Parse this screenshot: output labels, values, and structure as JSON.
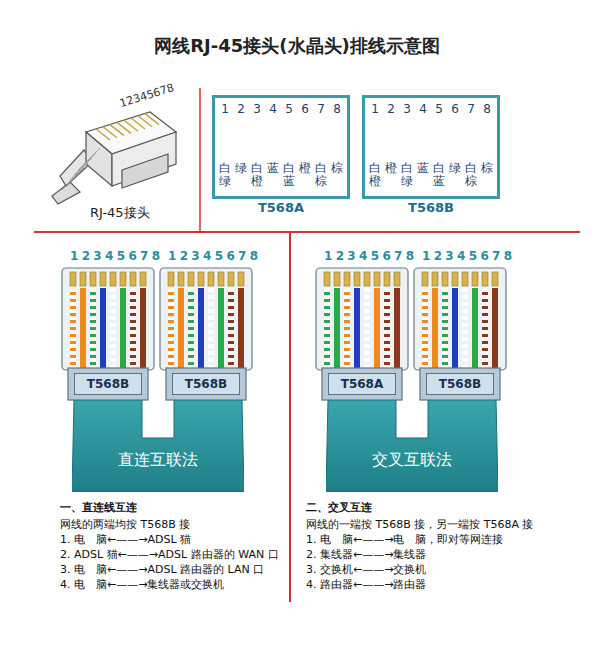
{
  "diagram": {
    "title": "网线RJ-45接头(水晶头)排线示意图",
    "nodes": [
      {
        "text": [
          "1",
          "2",
          "3",
          "4",
          "5",
          "6",
          "7",
          "8",
          "白绿",
          "绿",
          "白橙",
          "蓝",
          "白蓝",
          "橙",
          "白棕",
          "棕",
          "T568A"
        ]
      },
      {
        "text": [
          "1",
          "2",
          "3",
          "4",
          "5",
          "6",
          "7",
          "8",
          "白橙",
          "橙",
          "白绿",
          "蓝",
          "白蓝",
          "绿",
          "白棕",
          "棕",
          "T568B"
        ]
      },
      {
        "text": [
          "T568B"
        ]
      },
      {
        "text": [
          "T568B"
        ]
      },
      {
        "text": [
          "直连互联法"
        ]
      },
      {
        "text": [
          "T568A"
        ]
      },
      {
        "text": [
          "T568B"
        ]
      },
      {
        "text": [
          "交叉互联法"
        ]
      }
    ],
    "labels": [
      "12345678",
      "RJ-45接头",
      "12345678",
      "12345678",
      "12345678",
      "12345678",
      "一、直连线互连",
      "网线的两端均按 T568B 接",
      "1. 电　脑←——→ADSL 猫",
      "2. ADSL 猫←——→ADSL 路由器的 WAN 口",
      "3. 电　脑←——→ADSL 路由器的 LAN 口",
      "4. 电　脑←——→集线器或交换机",
      "二、交叉互连",
      "网线的一端按 T568B 接，另一端按 T568A 接",
      "1. 电　脑←——→电　脑，即对等网连接",
      "2. 集线器←——→集线器",
      "3. 交换机←——→交换机",
      "4. 路由器←——→路由器"
    ]
  }
}
